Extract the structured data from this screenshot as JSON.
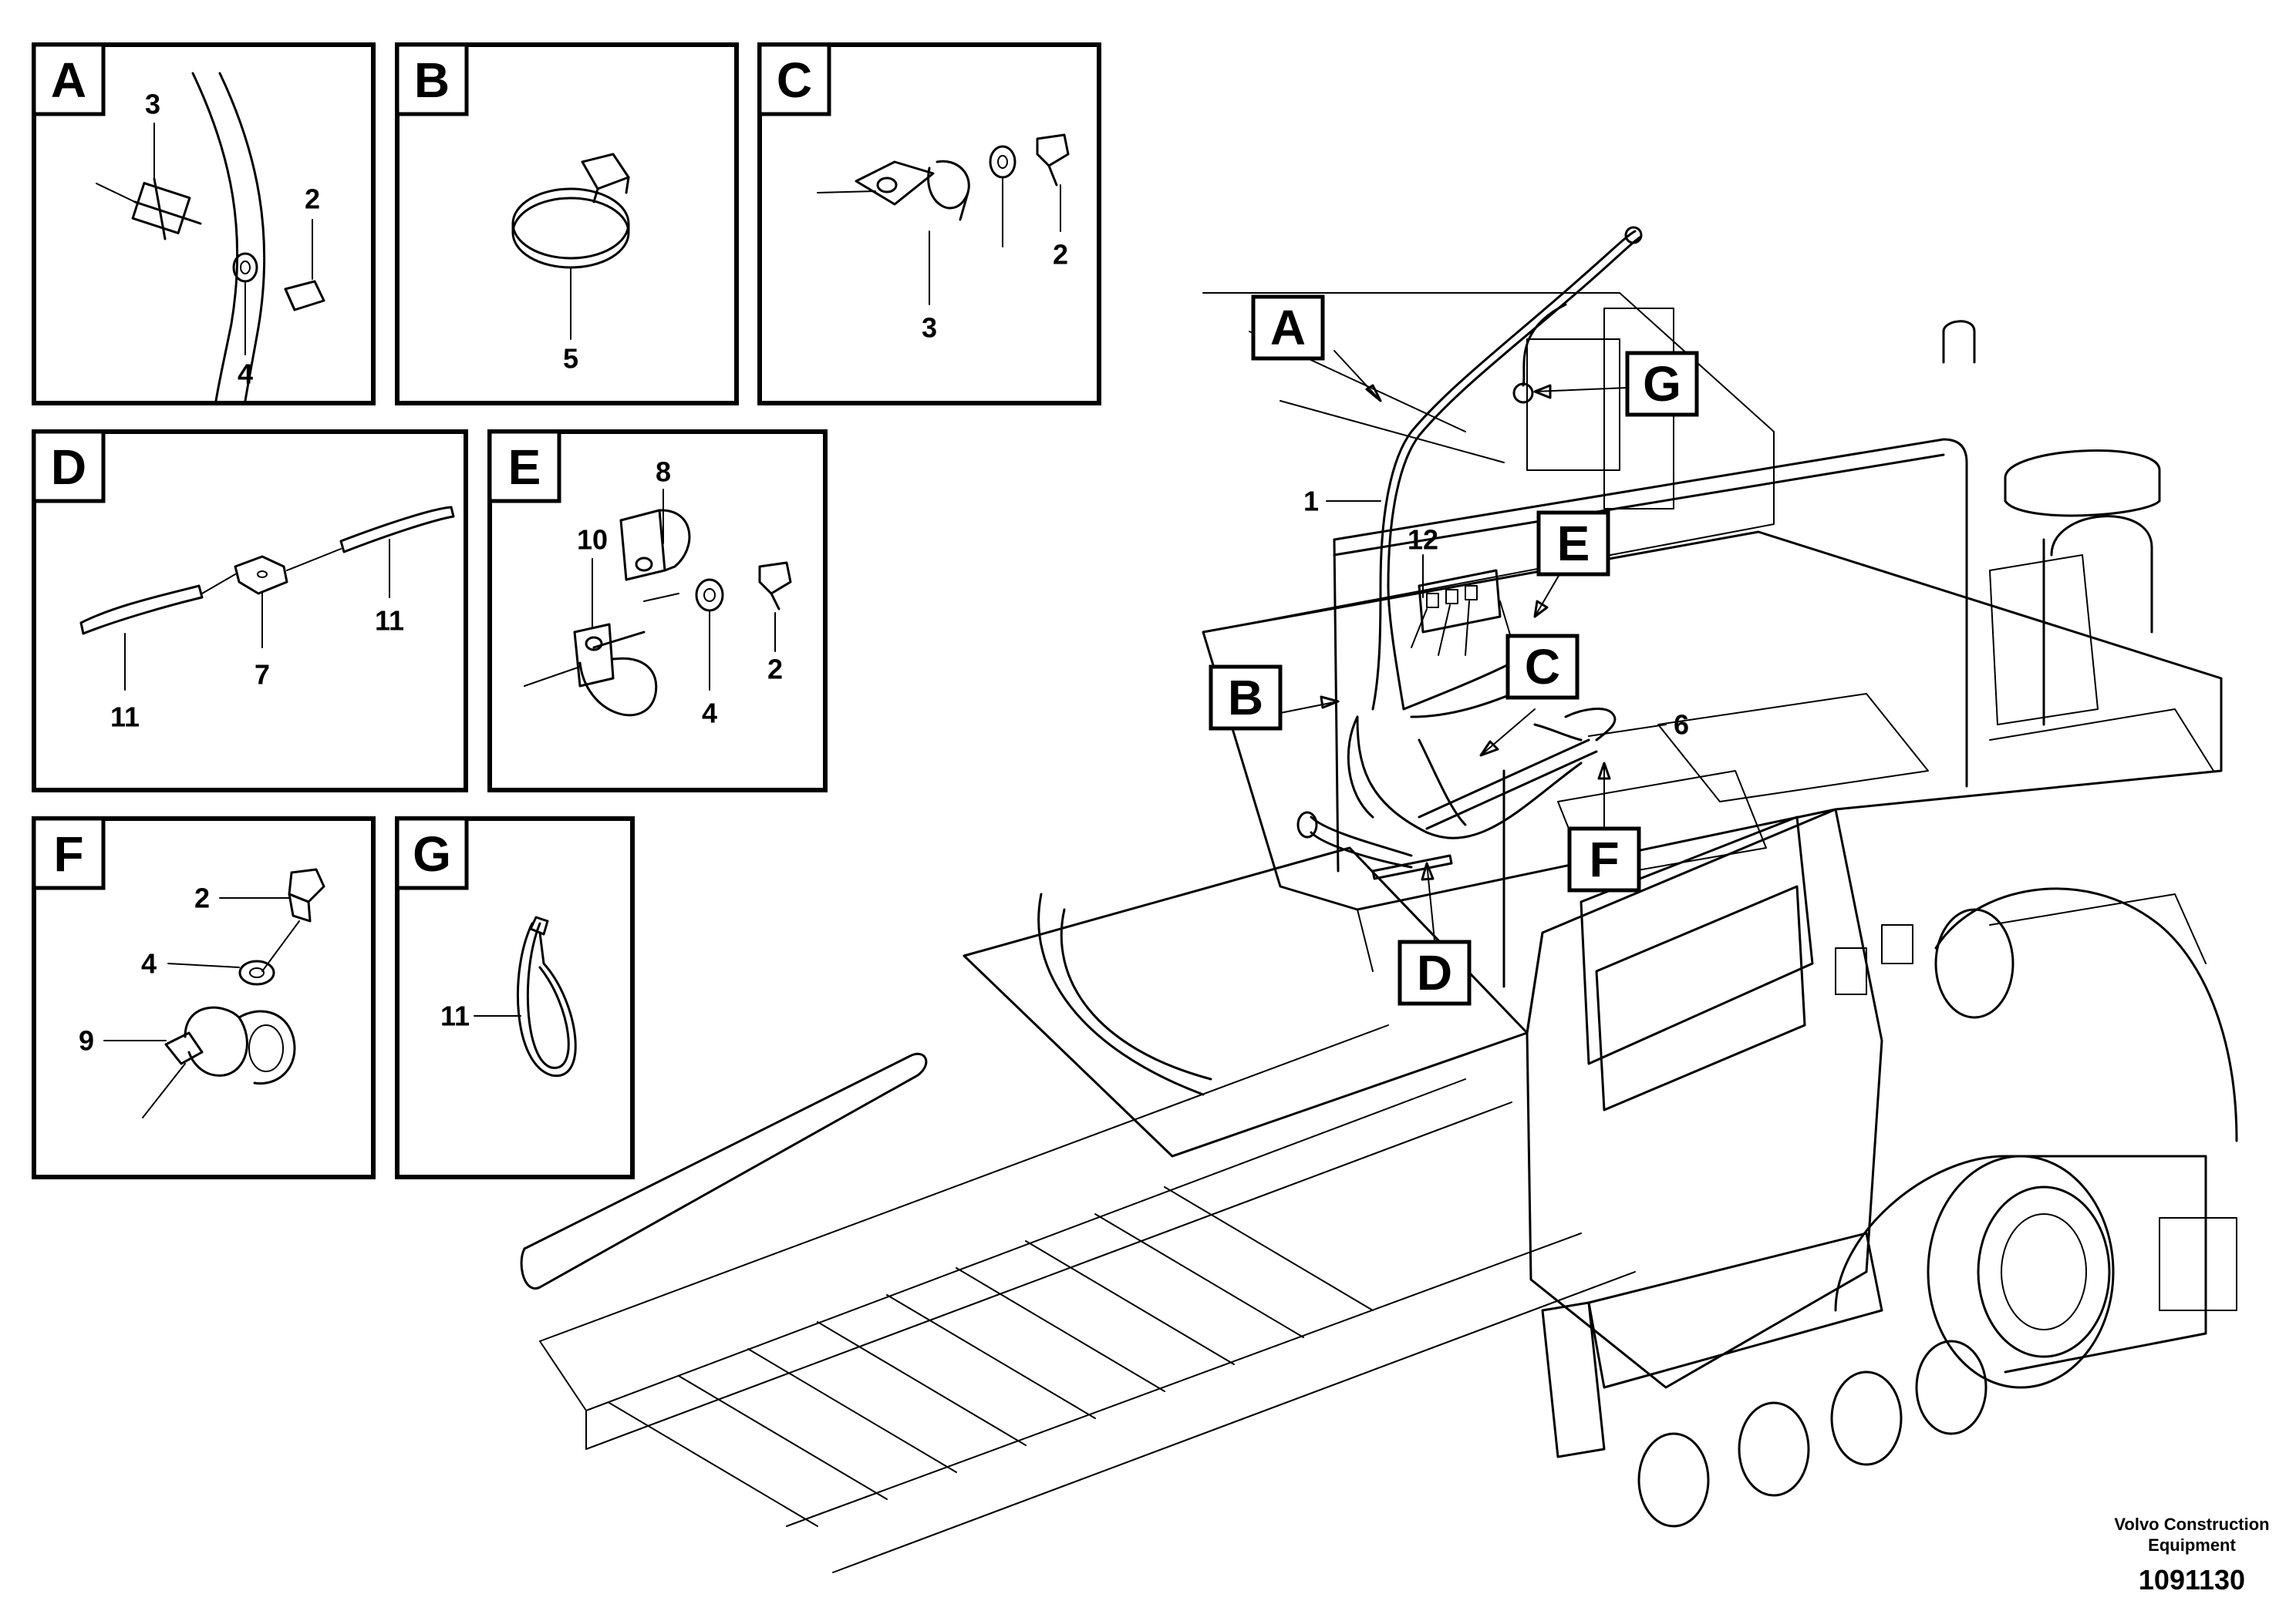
{
  "detail_views": [
    {
      "letter": "A",
      "parts": [
        "3",
        "2",
        "4"
      ]
    },
    {
      "letter": "B",
      "parts": [
        "5"
      ]
    },
    {
      "letter": "C",
      "parts": [
        "3",
        "2"
      ]
    },
    {
      "letter": "D",
      "parts": [
        "11",
        "7",
        "11"
      ]
    },
    {
      "letter": "E",
      "parts": [
        "8",
        "10",
        "2",
        "4"
      ]
    },
    {
      "letter": "F",
      "parts": [
        "2",
        "4",
        "9"
      ]
    },
    {
      "letter": "G",
      "parts": [
        "11"
      ]
    }
  ],
  "main_view": {
    "callouts": [
      "A",
      "G",
      "E",
      "B",
      "C",
      "F",
      "D"
    ],
    "parts": [
      "1",
      "12",
      "6"
    ]
  },
  "footer": {
    "company_line1": "Volvo Construction",
    "company_line2": "Equipment",
    "drawing_number": "1091130"
  }
}
